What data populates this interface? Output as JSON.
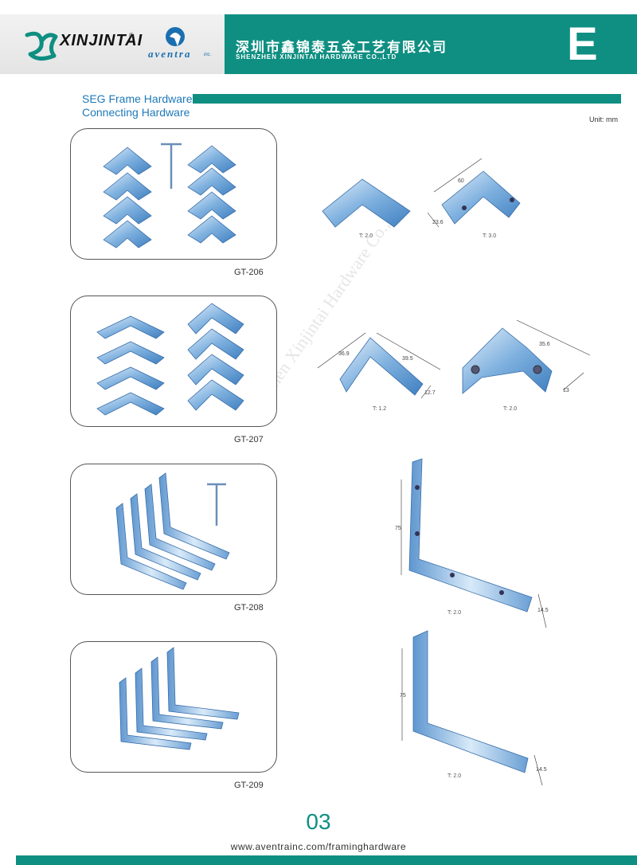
{
  "header": {
    "brand_primary": "XINJINTAI",
    "registered_mark": "®",
    "brand_secondary": "aventra",
    "brand_secondary_suffix": "inc.",
    "company_cn": "深圳市鑫锦泰五金工艺有限公司",
    "company_en": "SHENZHEN XINJINTAI HARDWARE CO.,LTD",
    "section_letter": "E",
    "accent_color": "#0f8f82"
  },
  "title": {
    "line1": "SEG Frame Hardware",
    "line2": "Connecting Hardware",
    "unit": "Unit: mm"
  },
  "products": [
    {
      "code": "GT-206",
      "drawings": [
        {
          "thickness": "T: 2.0",
          "dims": []
        },
        {
          "thickness": "T: 3.0",
          "dims": [
            "60",
            "23.6"
          ]
        }
      ]
    },
    {
      "code": "GT-207",
      "drawings": [
        {
          "thickness": "T: 1.2",
          "dims": [
            "36.9",
            "39.5",
            "12.7"
          ]
        },
        {
          "thickness": "T: 2.0",
          "dims": [
            "35.6",
            "13"
          ]
        }
      ]
    },
    {
      "code": "GT-208",
      "drawings": [
        {
          "thickness": "T: 2.0",
          "dims": [
            "75",
            "14.5"
          ]
        }
      ]
    },
    {
      "code": "GT-209",
      "drawings": [
        {
          "thickness": "T: 2.0",
          "dims": [
            "75",
            "14.5"
          ]
        }
      ]
    }
  ],
  "watermark": "Shenzhen Xinjintai Hardware Co.,Ltd",
  "footer": {
    "page_number": "03",
    "url": "www.aventrainc.com/framinghardware"
  }
}
